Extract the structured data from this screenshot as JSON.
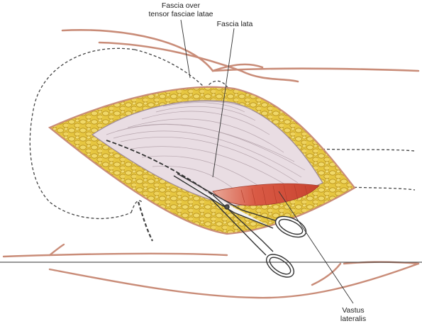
{
  "labels": {
    "fascia_over_line1": "Fascia over",
    "fascia_over_line2": "tensor fasciae latae",
    "fascia_lata": "Fascia lata",
    "vastus_line1": "Vastus",
    "vastus_line2": "lateralis"
  },
  "colors": {
    "skin_outline": "#c98c78",
    "fat": "#e3c33f",
    "fat_dark": "#b08a1c",
    "fascia": "#e9dde3",
    "fascia_lines": "#b7a6ae",
    "muscle": "#d9604c",
    "ink": "#333333"
  }
}
